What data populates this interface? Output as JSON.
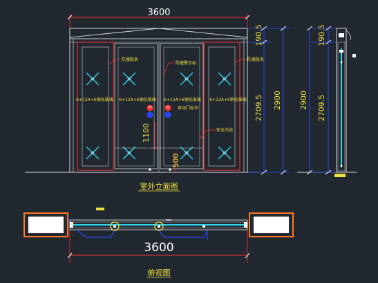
{
  "front_elevation": {
    "title": "室外立面图",
    "dim_total_width": "3600",
    "dim_top": "190.5",
    "dim_main": "2709.5",
    "dim_total_height": "2900",
    "dim_sensor": "1100",
    "dim_low": "500",
    "labels": {
      "anti_collision_left": "防撞胶条",
      "anti_collision_right": "防撞胶条",
      "glass_1": "6+12A+6钢化玻璃",
      "glass_2": "6+12A+6钢化玻璃",
      "glass_3": "6+12A+6钢化玻璃",
      "glass_4": "6+12A+6钢化玻璃",
      "anti_collision_center": "防撞警示标",
      "auto_door_sign": "自动门标识",
      "safety_beam": "安全光线"
    }
  },
  "side_elevation": {
    "dim_top": "190.5",
    "dim_main": "2709.5",
    "dim_total_height": "2900"
  },
  "plan_view": {
    "title": "俯视图",
    "dim_total_width": "3600"
  },
  "colors": {
    "background": "#212830",
    "frame": "#d8d8d8",
    "red": "#ff3030",
    "yellow": "#f0e040",
    "blue": "#2848ff",
    "cyan": "#30d8f0"
  }
}
